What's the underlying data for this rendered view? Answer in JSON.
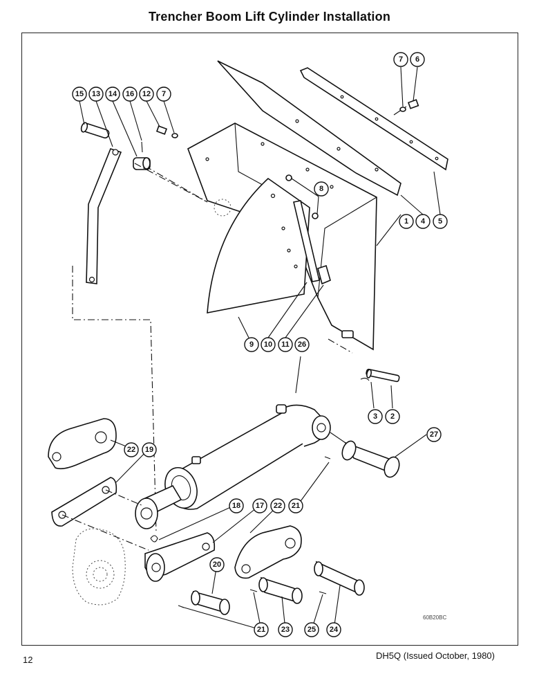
{
  "page": {
    "title": "Trencher Boom Lift Cylinder Installation",
    "page_number": "12",
    "doc_ref": "DH5Q (Issued October, 1980)",
    "figure_code": "60B20BC"
  },
  "callouts": {
    "c1": "1",
    "c2": "2",
    "c3": "3",
    "c4": "4",
    "c5": "5",
    "c6": "6",
    "c7a": "7",
    "c7b": "7",
    "c8": "8",
    "c9": "9",
    "c10": "10",
    "c11": "11",
    "c12": "12",
    "c13": "13",
    "c14": "14",
    "c15": "15",
    "c16": "16",
    "c17": "17",
    "c18": "18",
    "c19": "19",
    "c20": "20",
    "c21a": "21",
    "c21b": "21",
    "c22a": "22",
    "c22b": "22",
    "c23": "23",
    "c24": "24",
    "c25": "25",
    "c26": "26",
    "c27": "27"
  }
}
